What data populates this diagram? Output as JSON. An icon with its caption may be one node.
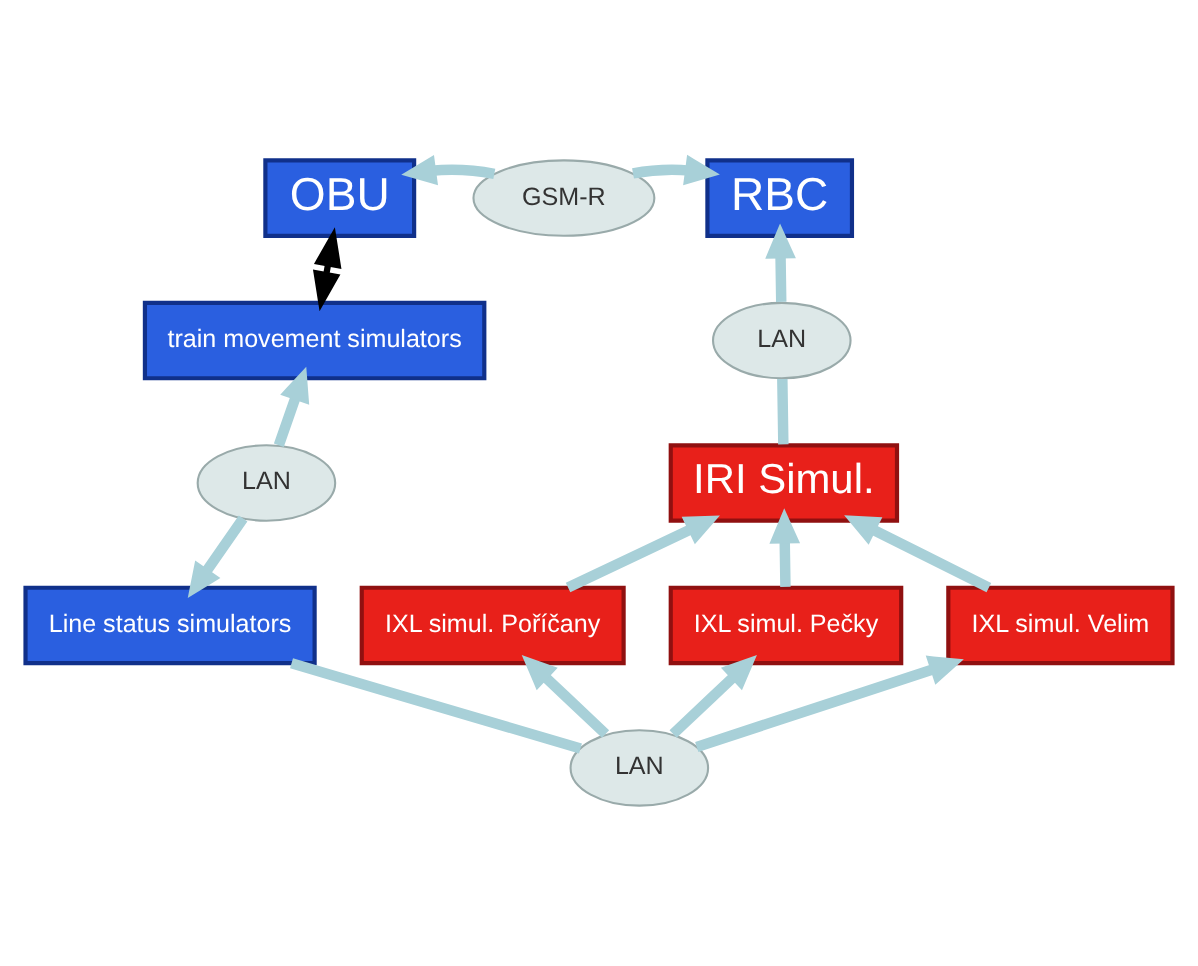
{
  "diagram": {
    "nodes": [
      {
        "text": [
          "OBU"
        ]
      },
      {
        "text": [
          "GSM-R"
        ]
      },
      {
        "text": [
          "RBC"
        ]
      },
      {
        "text": [
          "train movement simulators"
        ]
      },
      {
        "text": [
          "LAN"
        ]
      },
      {
        "text": [
          "LAN"
        ]
      },
      {
        "text": [
          "IRI Simul."
        ]
      },
      {
        "text": [
          "Line status simulators"
        ]
      },
      {
        "text": [
          "IXL simul. Poříčany"
        ]
      },
      {
        "text": [
          "IXL simul. Pečky"
        ]
      },
      {
        "text": [
          "IXL simul. Velim"
        ]
      },
      {
        "text": [
          "LAN"
        ]
      }
    ],
    "edges": [
      {
        "from": 1,
        "to": 0,
        "arrow": "to"
      },
      {
        "from": 1,
        "to": 2,
        "arrow": "to"
      },
      {
        "from": 0,
        "to": 3,
        "arrow": "both",
        "color": "#000000"
      },
      {
        "from": 5,
        "to": 2,
        "arrow": "to"
      },
      {
        "from": 6,
        "to": 5,
        "arrow": "none"
      },
      {
        "from": 4,
        "to": 3,
        "arrow": "to"
      },
      {
        "from": 4,
        "to": 7,
        "arrow": "to"
      },
      {
        "from": 8,
        "to": 6,
        "arrow": "to"
      },
      {
        "from": 9,
        "to": 6,
        "arrow": "to"
      },
      {
        "from": 10,
        "to": 6,
        "arrow": "to"
      },
      {
        "from": 11,
        "to": 8,
        "arrow": "to"
      },
      {
        "from": 11,
        "to": 9,
        "arrow": "to"
      },
      {
        "from": 11,
        "to": 10,
        "arrow": "to"
      },
      {
        "from": 7,
        "to": 11,
        "arrow": "none"
      }
    ]
  }
}
